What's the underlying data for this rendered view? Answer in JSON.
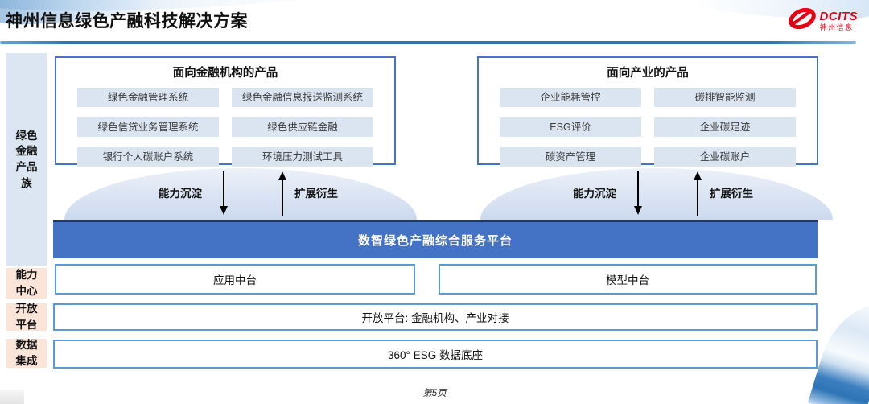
{
  "header": {
    "title": "神州信息绿色产融科技解决方案",
    "logo": {
      "brand": "DCITS",
      "brand_cn": "神州信息"
    }
  },
  "sidebar": {
    "product_family": "绿色金融产品族",
    "capability_center": "能力中心",
    "open_platform": "开放平台",
    "data_integration": "数据集成"
  },
  "product_groups": [
    {
      "title": "面向金融机构的产品",
      "items": [
        "绿色金融管理系统",
        "绿色金融信息报送监测系统",
        "绿色信贷业务管理系统",
        "绿色供应链金融",
        "银行个人碳账户系统",
        "环境压力测试工具"
      ]
    },
    {
      "title": "面向产业的产品",
      "items": [
        "企业能耗管控",
        "碳排智能监测",
        "ESG评价",
        "企业碳足迹",
        "碳资产管理",
        "企业碳账户"
      ]
    }
  ],
  "flow": {
    "down_label": "能力沉淀",
    "up_label": "扩展衍生"
  },
  "platform": {
    "title": "数智绿色产融综合服务平台"
  },
  "middle_row": {
    "left": "应用中台",
    "right": "模型中台"
  },
  "open_row": {
    "label": "开放平台: 金融机构、产业对接"
  },
  "data_row": {
    "label": "360° ESG 数据底座"
  },
  "footer": {
    "page": "第5页"
  },
  "colors": {
    "platform_blue": "#4472c4",
    "box_border_blue": "#5b9bd5",
    "outer_box_border": "#4472c4",
    "chip_bg": "#dbe5f2",
    "sidebar_blue_bg": "#dce6f2",
    "sidebar_peach_bg": "#fbe5d9",
    "header_line_blue": "#2e75b6",
    "platform_bar_top_border": "#1f3864",
    "logo_red": "#e60012",
    "dome_bg": "#ccd9ee"
  }
}
